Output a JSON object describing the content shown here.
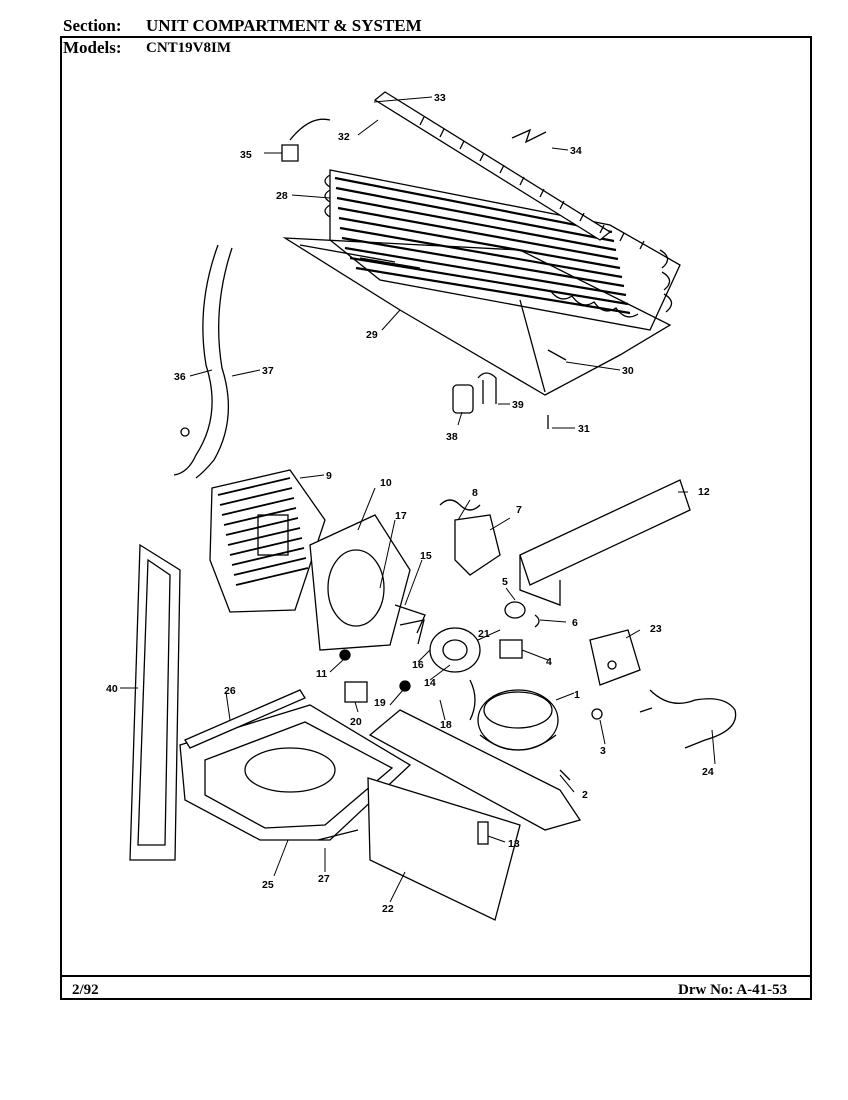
{
  "header": {
    "section_label": "Section:",
    "section_title": "UNIT COMPARTMENT & SYSTEM",
    "models_label": "Models:",
    "model_number": "CNT19V8IM"
  },
  "footer": {
    "date": "2/92",
    "drawing_number": "Drw No: A-41-53"
  },
  "callouts": [
    "1",
    "2",
    "3",
    "4",
    "5",
    "6",
    "7",
    "8",
    "9",
    "10",
    "11",
    "12",
    "13",
    "14",
    "15",
    "16",
    "17",
    "18",
    "19",
    "20",
    "21",
    "22",
    "23",
    "24",
    "25",
    "26",
    "27",
    "28",
    "29",
    "30",
    "31",
    "32",
    "33",
    "34",
    "35",
    "36",
    "37",
    "38",
    "39",
    "40"
  ]
}
